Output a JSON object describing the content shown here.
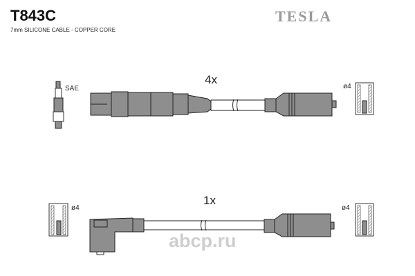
{
  "header": {
    "part_number": "T843C",
    "description": "7mm SILICONE CABLE - COPPER CORE",
    "brand_logo": "TESLA"
  },
  "top_lead": {
    "quantity": "4x",
    "plug_label": "SAE",
    "terminal_label": "ø4"
  },
  "bottom_lead": {
    "quantity": "1x",
    "left_terminal_label": "ø4",
    "right_terminal_label": "ø4"
  },
  "watermark": "abcp.ru",
  "colors": {
    "part_fill": "#8e8e8e",
    "logo": "#9a9a9a"
  }
}
